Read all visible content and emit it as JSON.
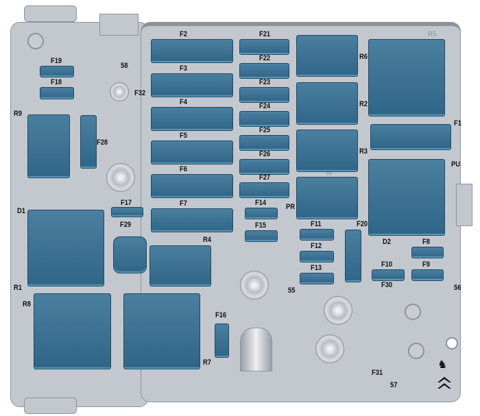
{
  "colors": {
    "fuse": "#2f6587",
    "housing": "#c3c8cf",
    "outline": "#8d939b"
  },
  "labels": [
    "F2",
    "F3",
    "F4",
    "F5",
    "F6",
    "F7",
    "F21",
    "F22",
    "F23",
    "F24",
    "F25",
    "F26",
    "F27",
    "F19",
    "F18",
    "58",
    "F32",
    "R9",
    "F28",
    "D1",
    "F17",
    "F29",
    "R4",
    "R1",
    "R8",
    "R6",
    "R2",
    "R3",
    "F1",
    "PU",
    "R5",
    "PR",
    "PR",
    "F14",
    "F15",
    "F11",
    "F12",
    "F13",
    "F20",
    "D2",
    "F8",
    "F10",
    "F9",
    "F30",
    "56",
    "55",
    "F16",
    "R7",
    "F31",
    "57"
  ],
  "icons": [
    "lion-logo-icon",
    "double-chevron-logo-icon"
  ]
}
